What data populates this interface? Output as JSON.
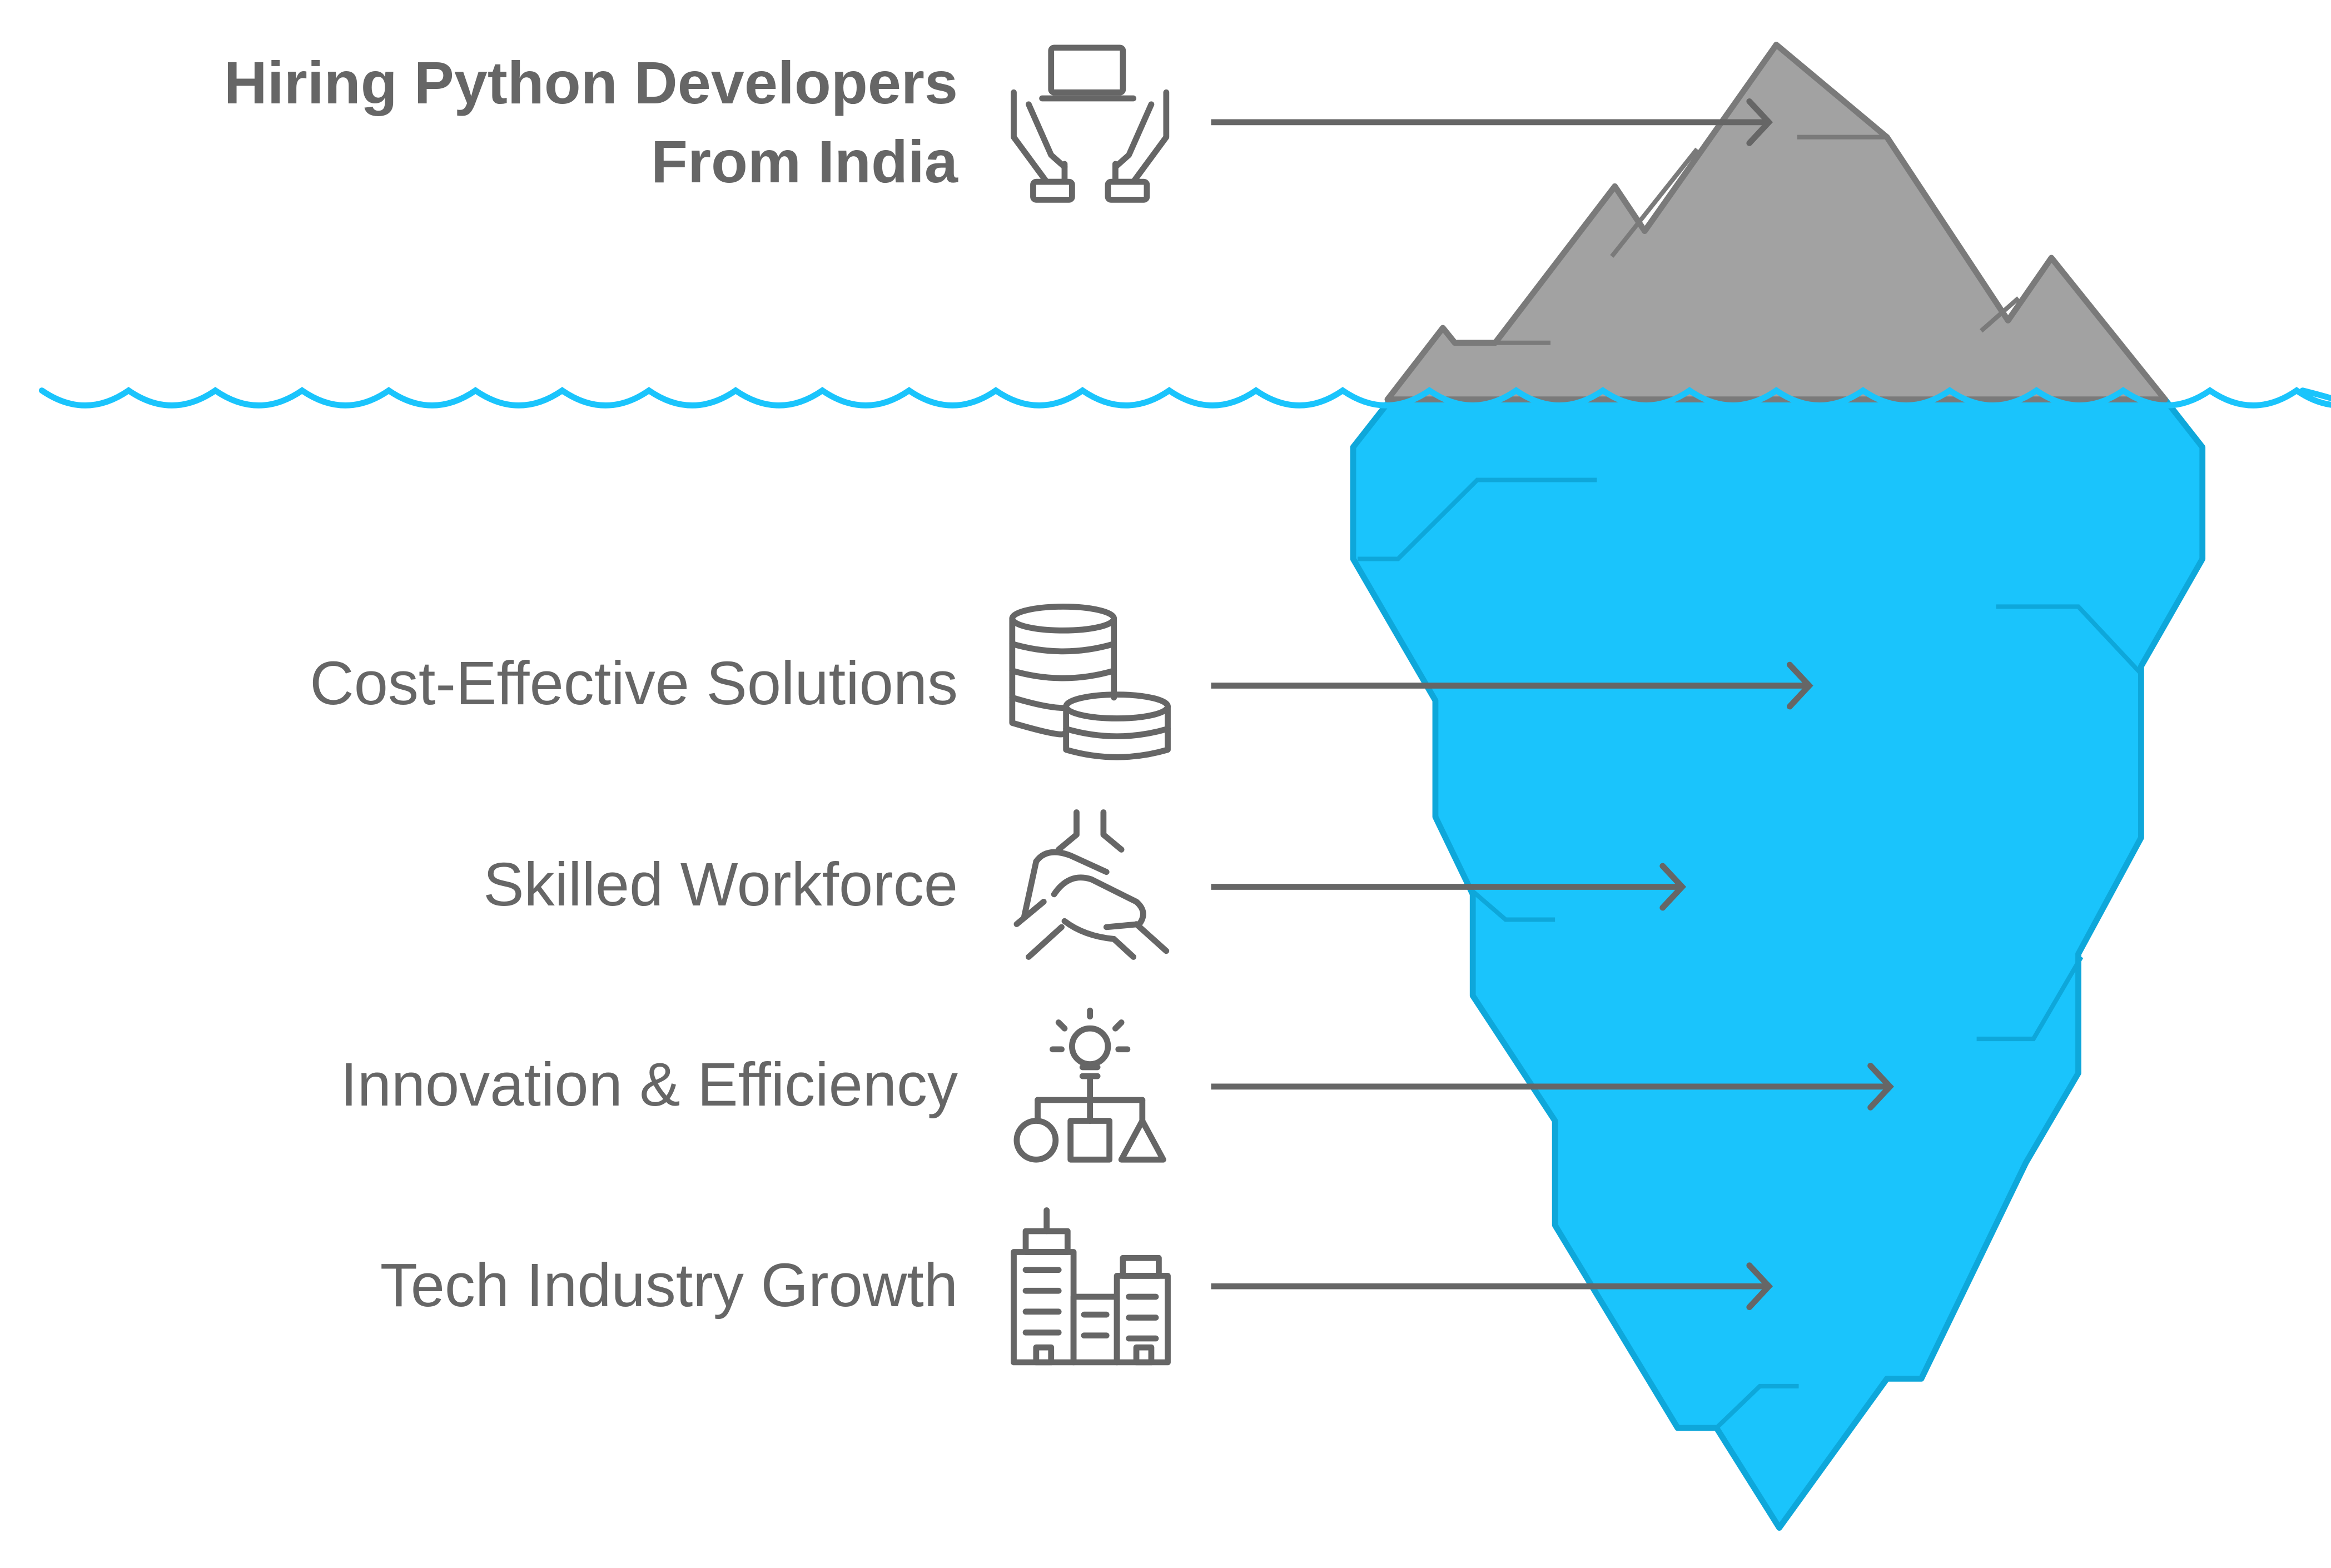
{
  "diagram": {
    "type": "iceberg",
    "top": {
      "label_line1": "Hiring Python Developers",
      "label_line2": "From India",
      "icon": "hands-holding-laptop-icon"
    },
    "items": [
      {
        "label": "Cost-Effective Solutions",
        "icon": "coins-stack-icon"
      },
      {
        "label": "Skilled Workforce",
        "icon": "handshake-icon"
      },
      {
        "label": "Innovation & Efficiency",
        "icon": "idea-shapes-icon"
      },
      {
        "label": "Tech Industry Growth",
        "icon": "city-buildings-icon"
      }
    ]
  },
  "colors": {
    "text": "#666666",
    "icon_stroke": "#666666",
    "arrow": "#666666",
    "iceberg_top": "#a2a2a2",
    "iceberg_top_stroke": "#7a7a7a",
    "iceberg_bottom": "#1ac4fc",
    "iceberg_bottom_stroke": "#0ea7da",
    "water_line": "#1ac4fc"
  }
}
